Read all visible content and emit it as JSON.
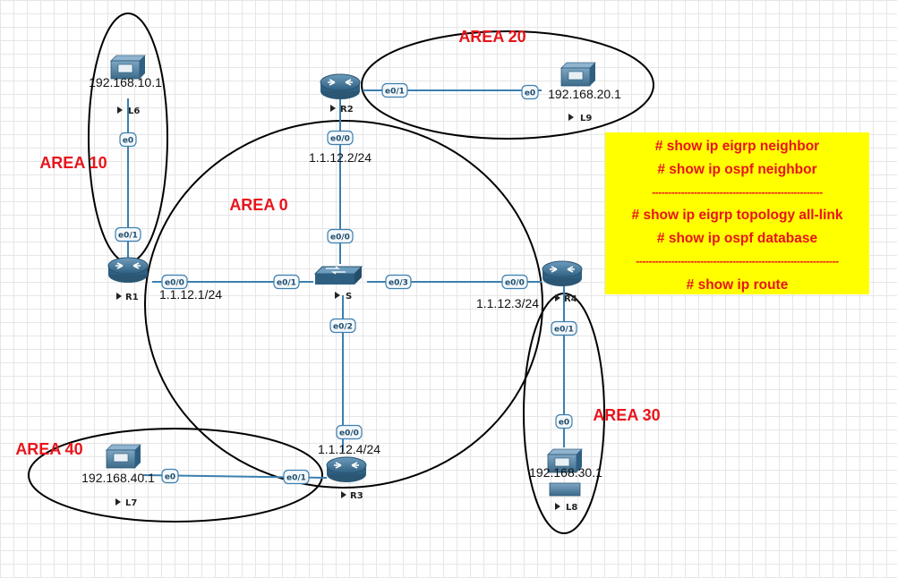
{
  "areas": {
    "area0": "AREA 0",
    "area10": "AREA 10",
    "area20": "AREA 20",
    "area30": "AREA 30",
    "area40": "AREA 40"
  },
  "devices": {
    "r1": "R1",
    "r2": "R2",
    "r3": "R3",
    "r4": "R4",
    "s": "S",
    "l6": "L6",
    "l7": "L7",
    "l8": "L8",
    "l9": "L9"
  },
  "ips": {
    "r1": "1.1.12.1/24",
    "r2": "1.1.12.2/24",
    "r3": "1.1.12.4/24",
    "r4": "1.1.12.3/24",
    "l6": "192.168.10.1",
    "l7": "192.168.40.1",
    "l8": "192.168.30.1",
    "l9": "192.168.20.1"
  },
  "interfaces": {
    "r1_e00": "e0/0",
    "r1_e01": "e0/1",
    "l6_e0": "e0",
    "r2_e00": "e0/0",
    "r2_e01": "e0/1",
    "l9_e0": "e0",
    "s_e00": "e0/0",
    "s_e01": "e0/1",
    "s_e02": "e0/2",
    "s_e03": "e0/3",
    "r4_e00": "e0/0",
    "r4_e01": "e0/1",
    "l8_e0": "e0",
    "r3_e00": "e0/0",
    "r3_e01": "e0/1",
    "l7_e0": "e0"
  },
  "commands": {
    "line1": "# show ip eigrp neighbor",
    "line2": "# show ip ospf neighbor",
    "sep1": "-----------------------------------------------------",
    "line3": "# show ip eigrp topology all-link",
    "line4": "# show ip ospf database",
    "sep2": "---------------------------------------------------------------",
    "line5": "# show ip route"
  },
  "colors": {
    "area_label": "#e8141b",
    "command_bg": "#ffff00",
    "command_text": "#e8141b",
    "link": "#3c7fae",
    "router_body": "#3e6f8f",
    "grid": "#e6e6e6"
  },
  "icons": {
    "router": "router-icon",
    "switch": "switch-icon",
    "host": "server-icon"
  }
}
